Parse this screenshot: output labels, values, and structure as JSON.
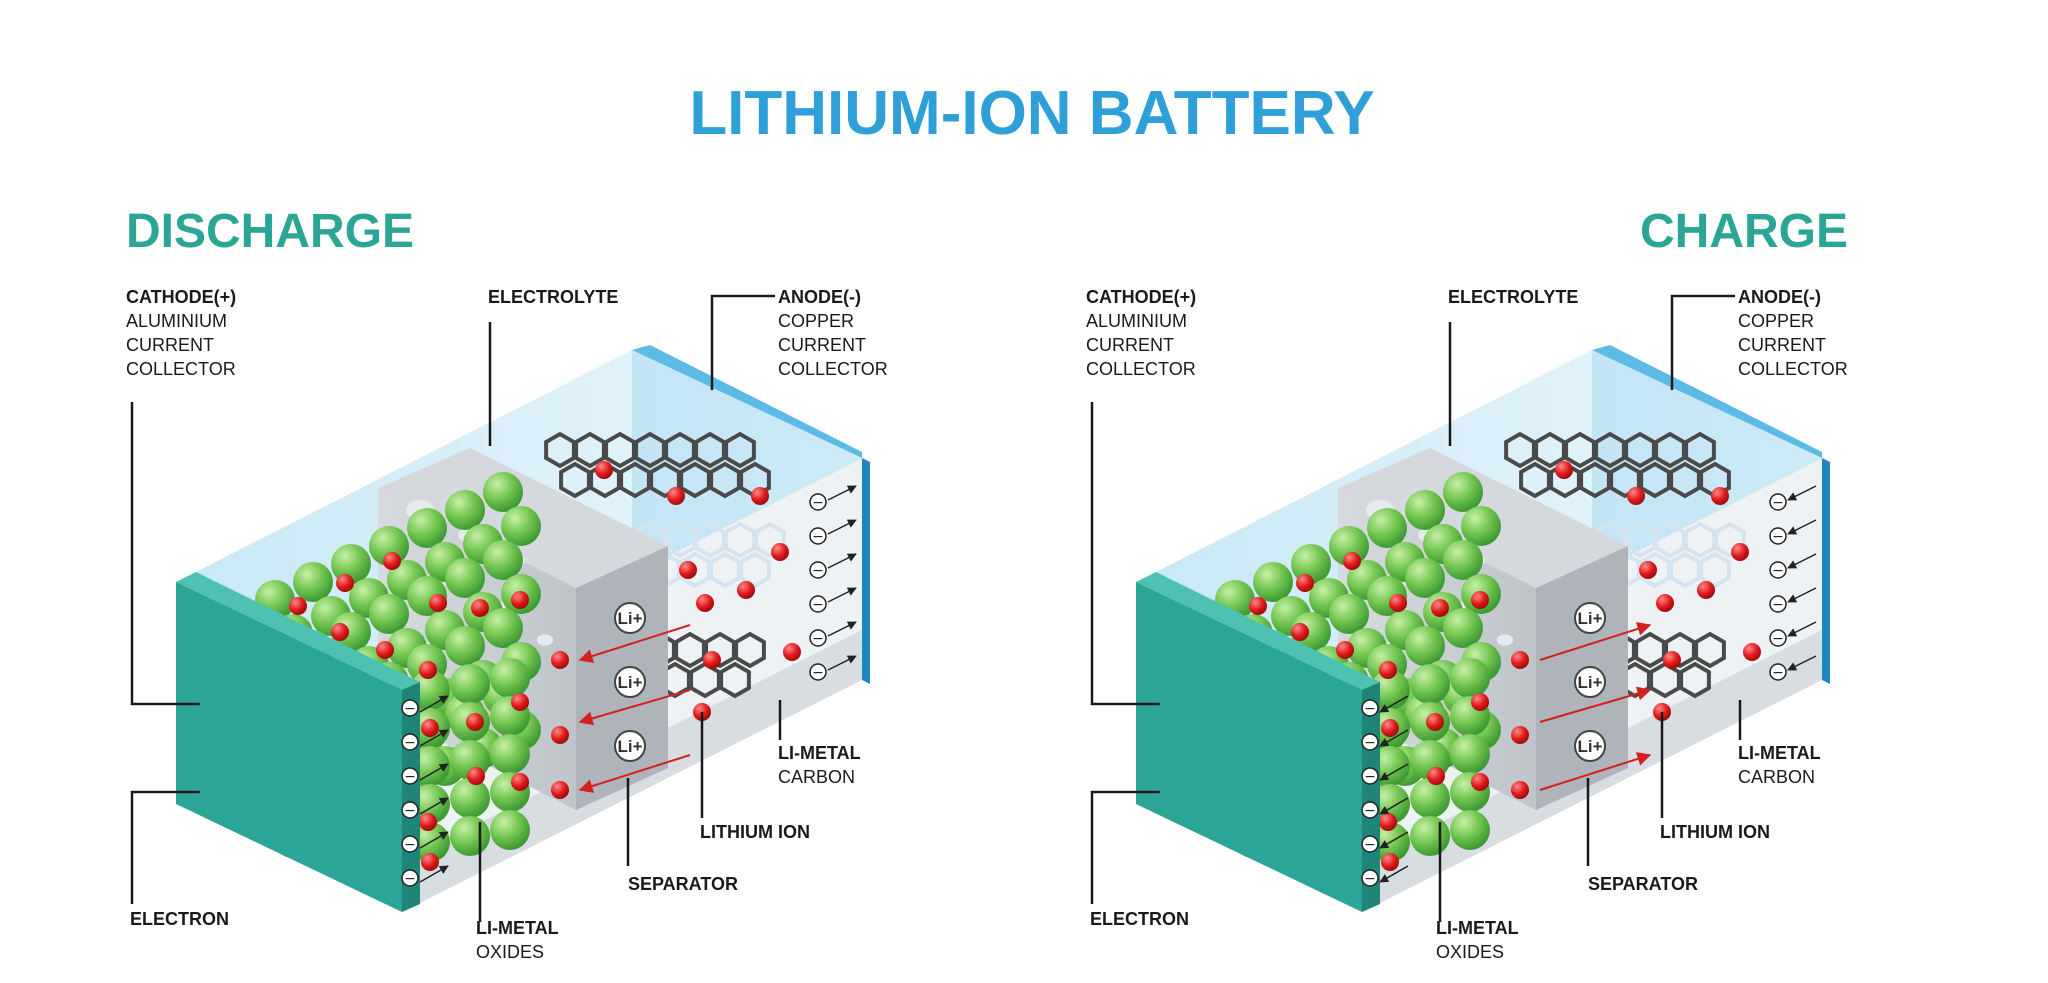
{
  "title": "LITHIUM-ION BATTERY",
  "panels": [
    {
      "mode": "DISCHARGE",
      "labels": {
        "cathode_head": "CATHODE(+)",
        "cathode_lines": [
          "ALUMINIUM",
          "CURRENT",
          "COLLECTOR"
        ],
        "electrolyte": "ELECTROLYTE",
        "anode_head": "ANODE(-)",
        "anode_lines": [
          "COPPER",
          "CURRENT",
          "COLLECTOR"
        ],
        "limetal_carbon_head": "LI-METAL",
        "limetal_carbon_sub": "CARBON",
        "lithium_ion": "LITHIUM ION",
        "separator": "SEPARATOR",
        "electron": "ELECTRON",
        "limetal_oxides_head": "LI-METAL",
        "limetal_oxides_sub": "OXIDES"
      },
      "ion_symbol": "Li+",
      "electron_symbol": "−",
      "ion_arrow_direction": "toward-cathode",
      "electron_arrow_direction": "outward"
    },
    {
      "mode": "CHARGE",
      "labels": {
        "cathode_head": "CATHODE(+)",
        "cathode_lines": [
          "ALUMINIUM",
          "CURRENT",
          "COLLECTOR"
        ],
        "electrolyte": "ELECTROLYTE",
        "anode_head": "ANODE(-)",
        "anode_lines": [
          "COPPER",
          "CURRENT",
          "COLLECTOR"
        ],
        "limetal_carbon_head": "LI-METAL",
        "limetal_carbon_sub": "CARBON",
        "lithium_ion": "LITHIUM ION",
        "separator": "SEPARATOR",
        "electron": "ELECTRON",
        "limetal_oxides_head": "LI-METAL",
        "limetal_oxides_sub": "OXIDES"
      },
      "ion_symbol": "Li+",
      "electron_symbol": "−",
      "ion_arrow_direction": "toward-anode",
      "electron_arrow_direction": "inward"
    }
  ],
  "colors": {
    "title": "#2f9fd8",
    "mode_title": "#2aa596",
    "cathode_plate": "#2aa596",
    "anode_plate": "#36a6dc",
    "separator": "#c7ccd1",
    "cathode_particle": "#7fcf5a",
    "lithium_ion": "#e01b1b",
    "graphite_dark": "#4a4a4a",
    "graphite_light": "#d5e3ef"
  }
}
